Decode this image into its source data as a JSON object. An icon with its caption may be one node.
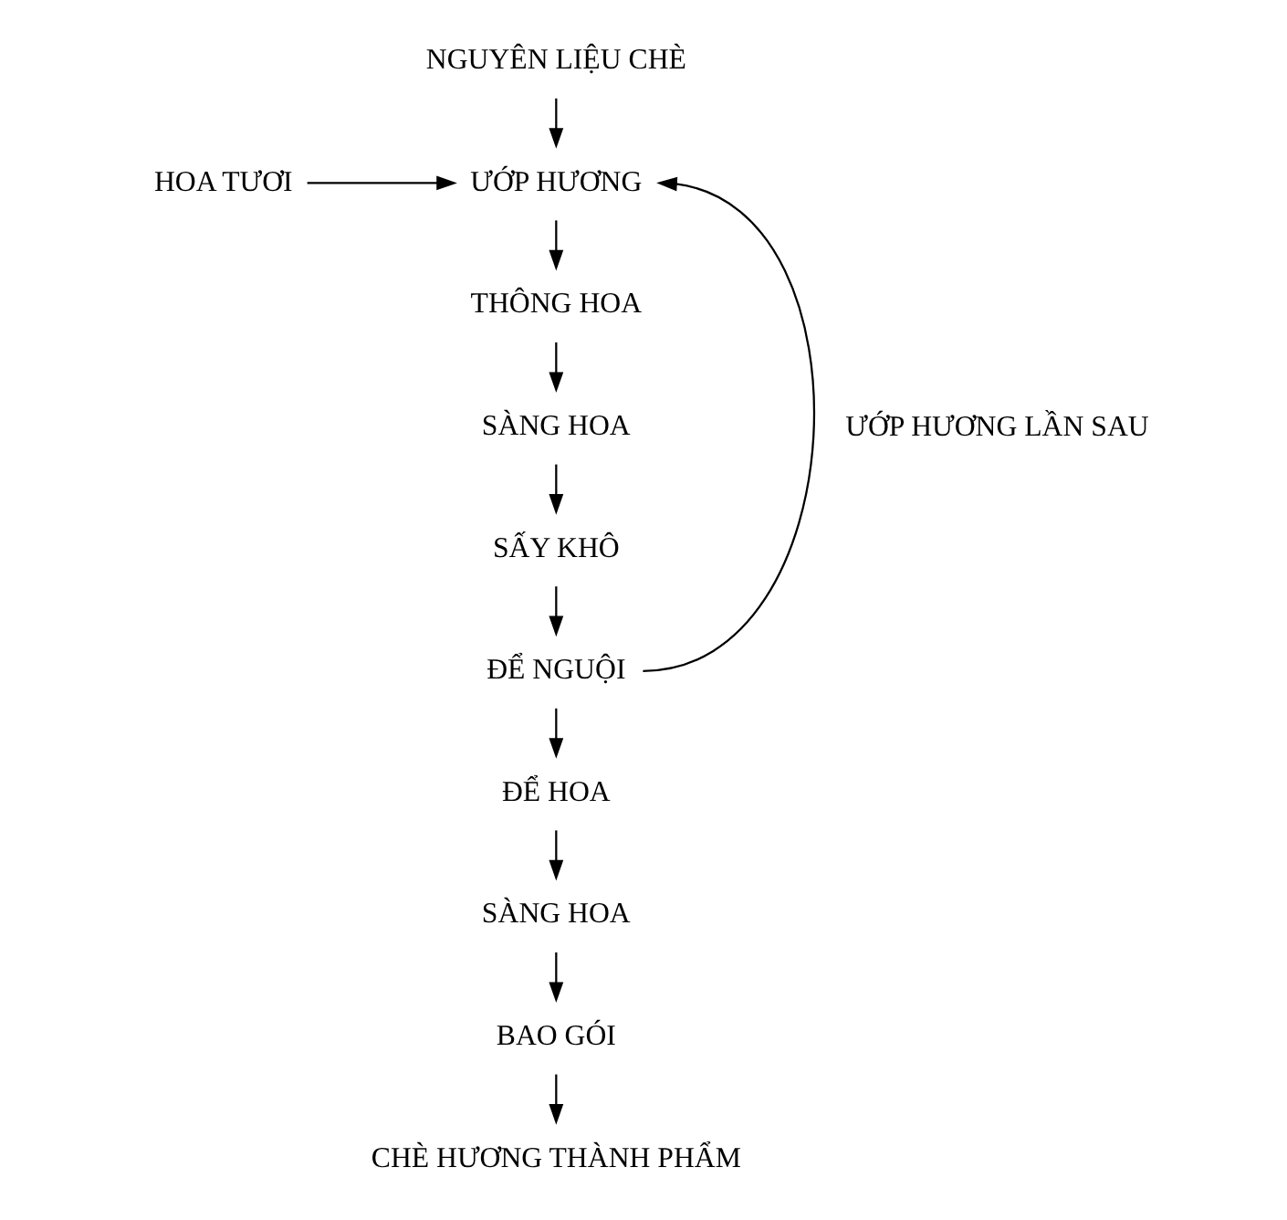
{
  "diagram": {
    "nodes": [
      {
        "text": [
          "NGUYÊN LIỆU CHÈ"
        ]
      },
      {
        "text": [
          "HOA TƯƠI"
        ]
      },
      {
        "text": [
          "ƯỚP HƯƠNG"
        ]
      },
      {
        "text": [
          "THÔNG HOA"
        ]
      },
      {
        "text": [
          "SÀNG HOA"
        ]
      },
      {
        "text": [
          "SẤY KHÔ"
        ]
      },
      {
        "text": [
          "ĐỂ NGUỘI"
        ]
      },
      {
        "text": [
          "ĐỂ HOA"
        ]
      },
      {
        "text": [
          "SÀNG HOA"
        ]
      },
      {
        "text": [
          "BAO GÓI"
        ]
      },
      {
        "text": [
          "CHÈ HƯƠNG THÀNH PHẨM"
        ]
      }
    ],
    "edges": [
      {
        "from": 0,
        "to": 2,
        "arrow": "to"
      },
      {
        "from": 1,
        "to": 2,
        "arrow": "to"
      },
      {
        "from": 2,
        "to": 3,
        "arrow": "to"
      },
      {
        "from": 3,
        "to": 4,
        "arrow": "to"
      },
      {
        "from": 4,
        "to": 5,
        "arrow": "to"
      },
      {
        "from": 5,
        "to": 6,
        "arrow": "to"
      },
      {
        "from": 6,
        "to": 2,
        "arrow": "to",
        "label": "ƯỚP HƯƠNG LẦN SAU"
      },
      {
        "from": 6,
        "to": 7,
        "arrow": "to"
      },
      {
        "from": 7,
        "to": 8,
        "arrow": "to"
      },
      {
        "from": 8,
        "to": 9,
        "arrow": "to"
      },
      {
        "from": 9,
        "to": 10,
        "arrow": "to"
      }
    ]
  }
}
